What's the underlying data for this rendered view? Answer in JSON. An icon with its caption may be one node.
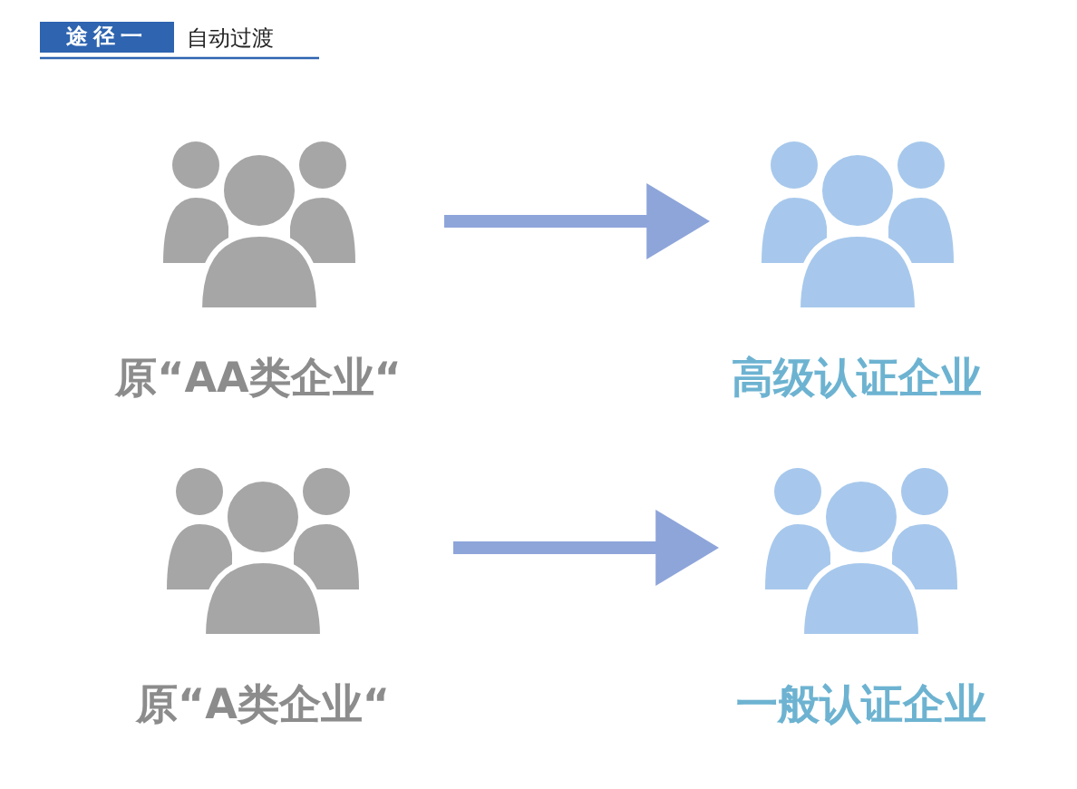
{
  "diagram": {
    "nodes": [
      {
        "text": [
          "途径一"
        ]
      },
      {
        "text": [
          "原“AA类企业“"
        ]
      },
      {
        "text": [
          "高级认证企业"
        ]
      },
      {
        "text": [
          "原“A类企业“"
        ]
      },
      {
        "text": [
          "一般认证企业"
        ]
      }
    ],
    "edges": [
      {
        "from": 1,
        "to": 2,
        "arrow": "to"
      },
      {
        "from": 3,
        "to": 4,
        "arrow": "to"
      }
    ],
    "labels": [
      "自动过渡"
    ]
  }
}
